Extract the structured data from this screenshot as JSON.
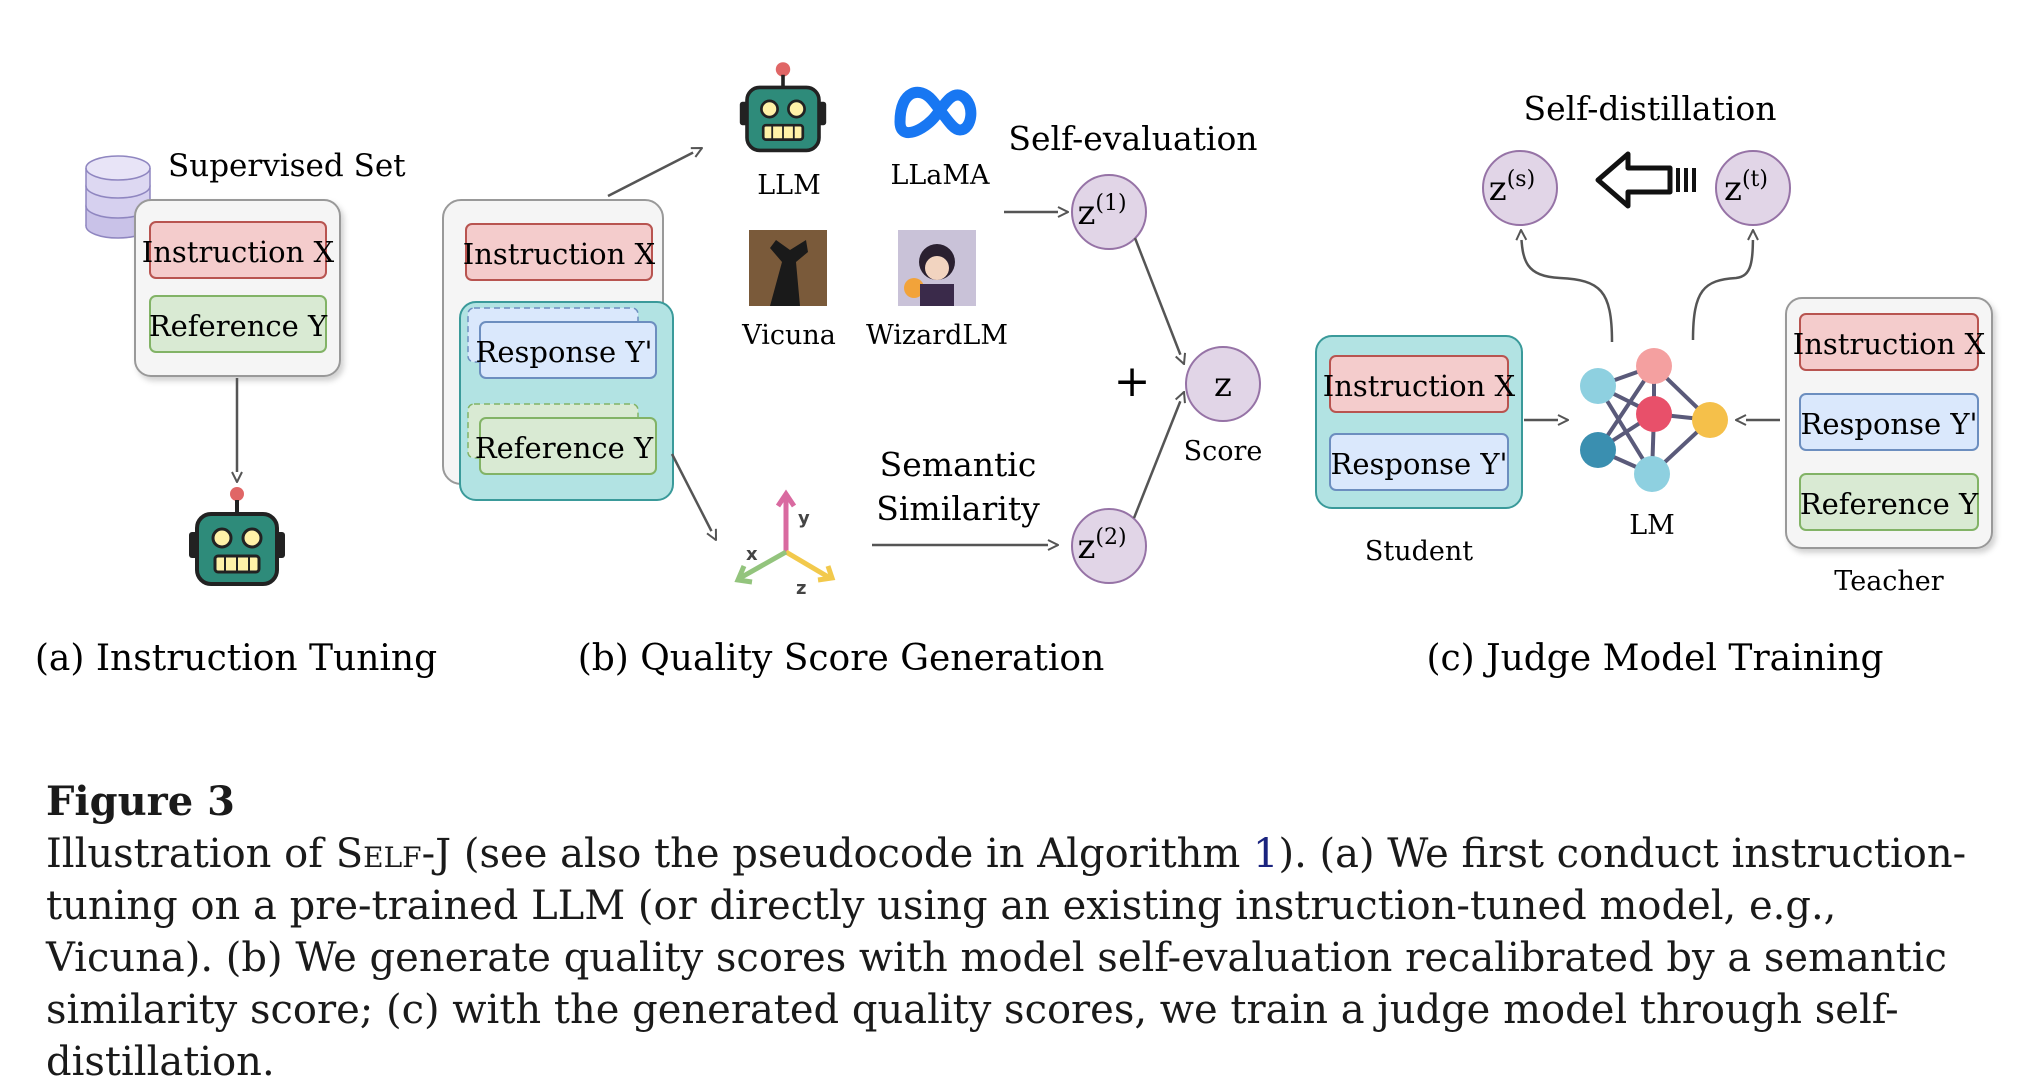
{
  "panel_a": {
    "set_label": "Supervised Set",
    "instruction": "Instruction X",
    "reference": "Reference Y",
    "caption": "(a) Instruction Tuning"
  },
  "panel_b": {
    "instruction": "Instruction X",
    "response": "Response Y'",
    "reference": "Reference Y",
    "models": [
      "LLM",
      "LLaMA",
      "Vicuna",
      "WizardLM"
    ],
    "self_eval": "Self-evaluation",
    "semantic_1": "Semantic",
    "semantic_2": "Similarity",
    "z1_base": "z",
    "z1_sup": "(1)",
    "z2_base": "z",
    "z2_sup": "(2)",
    "plus": "+",
    "z_label": "z",
    "score": "Score",
    "caption": "(b) Quality Score Generation"
  },
  "panel_c": {
    "self_distillation": "Self-distillation",
    "zs_base": "z",
    "zs_sup": "(s)",
    "zt_base": "z",
    "zt_sup": "(t)",
    "student_instruction": "Instruction X",
    "student_response": "Response Y'",
    "student": "Student",
    "lm": "LM",
    "teacher_instruction": "Instruction X",
    "teacher_response": "Response Y'",
    "teacher_reference": "Reference Y",
    "teacher": "Teacher",
    "caption": "(c) Judge Model Training"
  },
  "caption": {
    "fig_no": "Figure 3",
    "text_1": "Illustration of ",
    "self_j": "Self",
    "self_j_tail": "-J",
    "text_2": " (see also the pseudocode in Algorithm ",
    "algo_ref": "1",
    "text_3": "). (a) We first conduct instruction-tuning on a pre-trained LLM (or directly using an existing instruction-tuned model, e.g., Vicuna). (b) We generate quality scores with model self-evaluation recalibrated by a semantic similarity score; (c) with the generated quality scores, we train a judge model through self-distillation."
  },
  "colors": {
    "red_box": "#f4cccc",
    "green_box": "#d9ead3",
    "blue_box": "#dae8fc",
    "teal_box": "#b2e3e3",
    "gray_box": "#f5f5f5",
    "circle": "#e1d5e7",
    "robot": "#2e8b7a",
    "llama": "#1877f2"
  }
}
